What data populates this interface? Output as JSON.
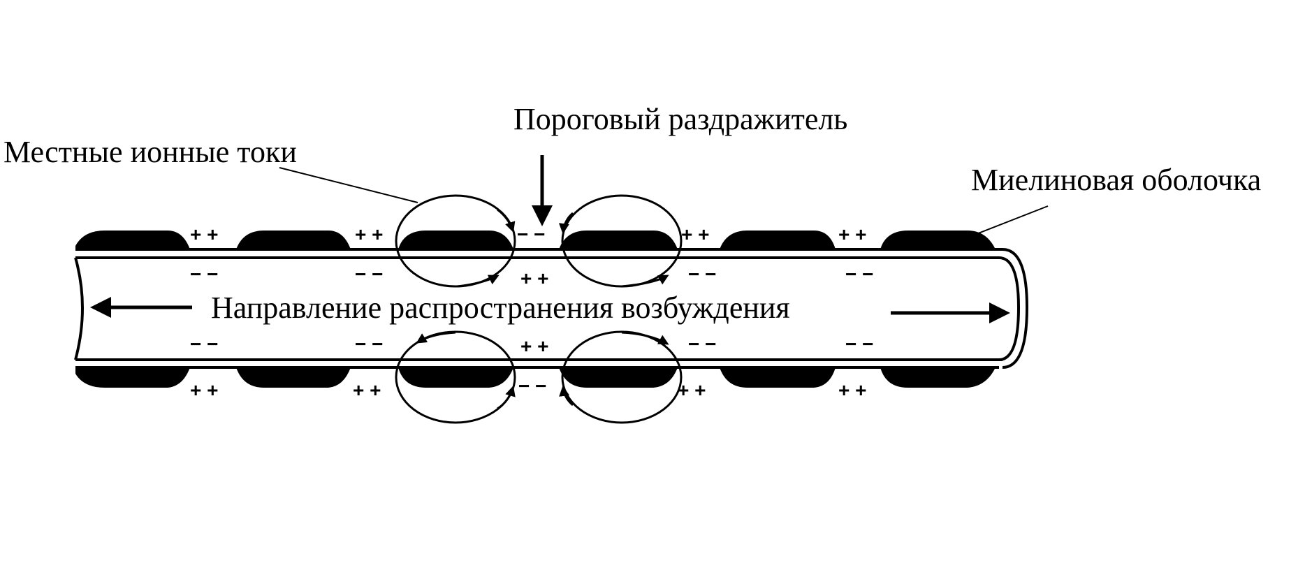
{
  "labels": {
    "local_currents": "Местные ионные токи",
    "threshold_stimulus": "Пороговый раздражитель",
    "myelin_sheath": "Миелиновая оболочка",
    "propagation_direction": "Направление распространения возбуждения"
  },
  "charges": {
    "plus": "+ +",
    "minus": "− −"
  }
}
